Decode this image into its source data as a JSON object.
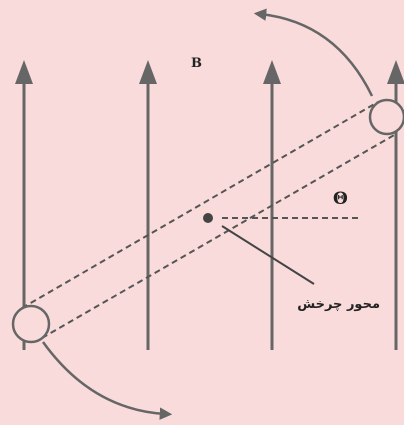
{
  "labels": {
    "field": "B",
    "angle": "Θ",
    "rotation_axis": "محور چرخش"
  },
  "colors": {
    "background": "#f9dbdb",
    "lines": "#666666",
    "text": "#222222"
  }
}
